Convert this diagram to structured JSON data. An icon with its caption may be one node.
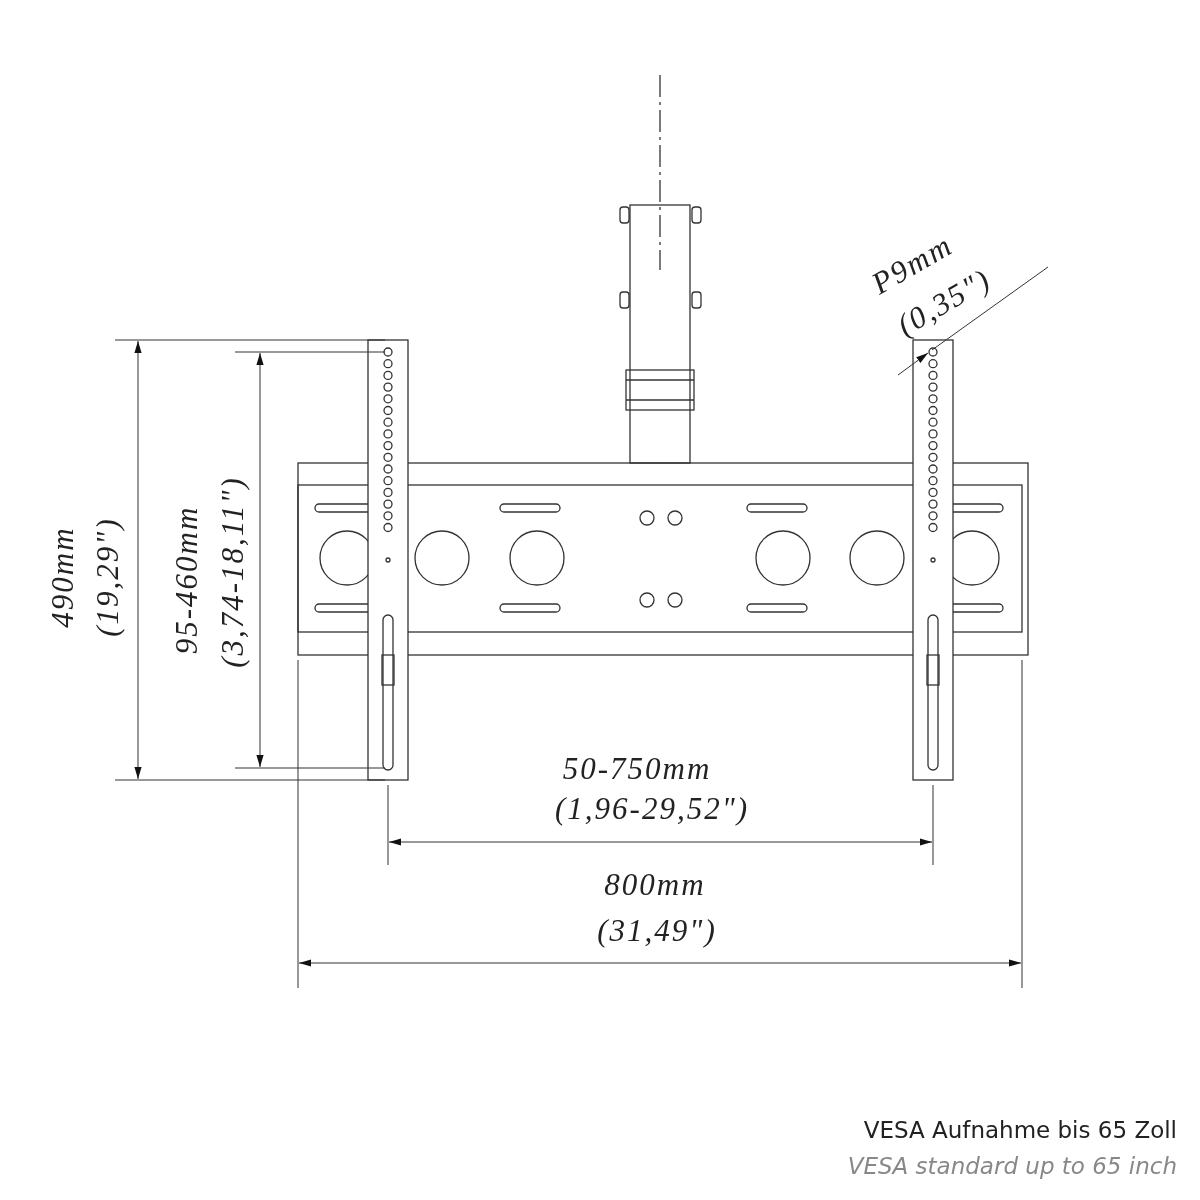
{
  "diagram": {
    "labels": [
      "P9mm",
      "(0,35\")",
      "490mm",
      "(19,29\")",
      "95-460mm",
      "(3,74-18,11\")",
      "50-750mm",
      "(1,96-29,52\")",
      "800mm",
      "(31,49\")",
      "VESA Aufnahme bis 65 Zoll",
      "VESA standard up to 65 inch"
    ]
  }
}
